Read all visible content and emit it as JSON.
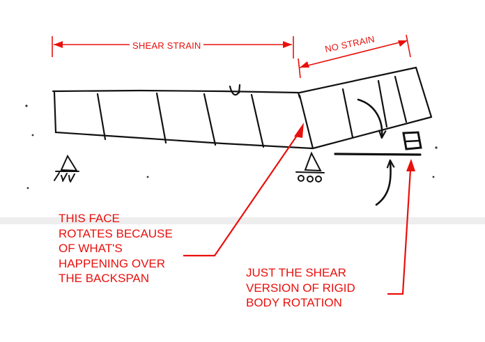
{
  "colors": {
    "annotation": "#e8100c",
    "sketch": "#111111",
    "background": "#ffffff"
  },
  "labels": {
    "shear_strain": "SHEAR STRAIN",
    "no_strain": "NO STRAIN"
  },
  "notes": {
    "face_rotates": "THIS FACE\nROTATES BECAUSE\nOF WHAT'S\nHAPPENING OVER\nTHE BACKSPAN",
    "shear_version": "JUST THE SHEAR\nVERSION OF RIGID\nBODY ROTATION"
  },
  "icons": [
    "pin-support-icon",
    "roller-support-icon",
    "curved-arrow-down-icon",
    "curved-arrow-up-icon",
    "element-block-icon"
  ]
}
